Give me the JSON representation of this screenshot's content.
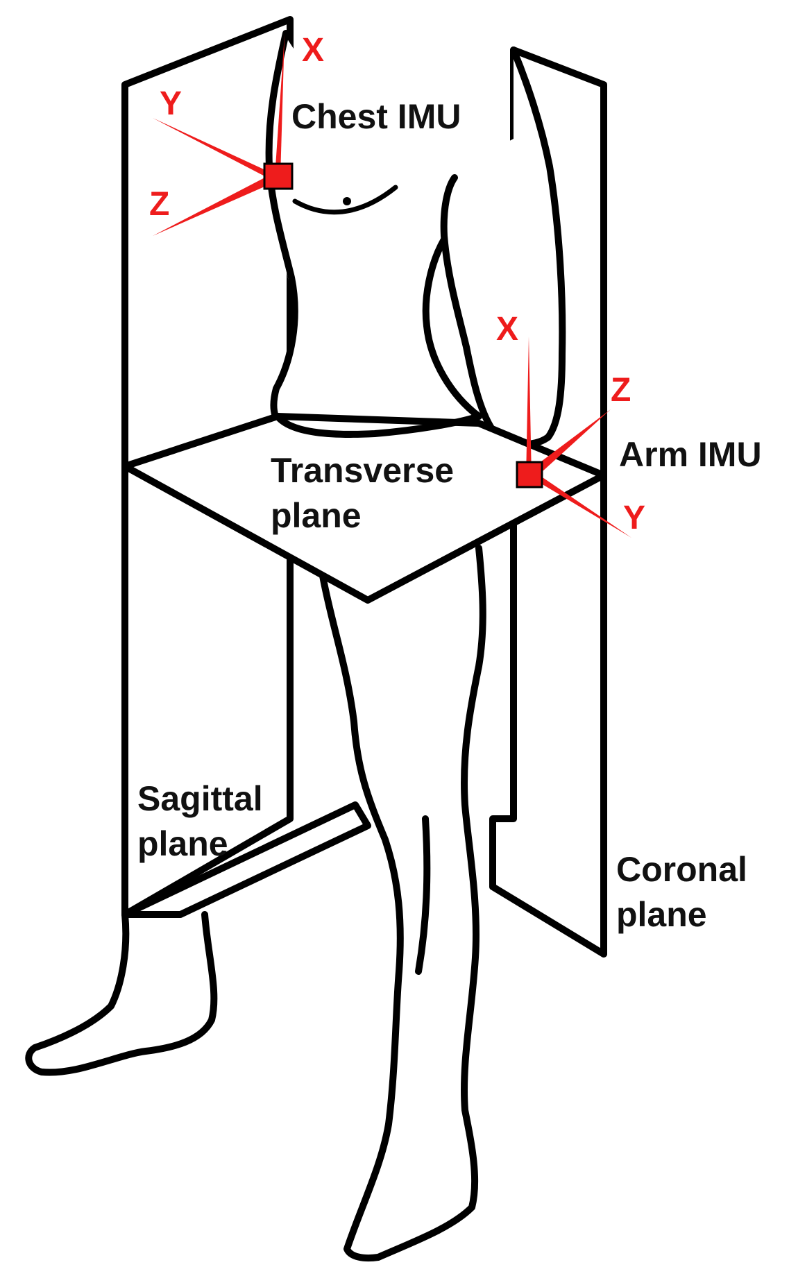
{
  "labels": {
    "chest_imu": "Chest IMU",
    "arm_imu": "Arm IMU",
    "transverse_line1": "Transverse",
    "transverse_line2": "plane",
    "sagittal_line1": "Sagittal",
    "sagittal_line2": "plane",
    "coronal_line1": "Coronal",
    "coronal_line2": "plane"
  },
  "chest_axes": {
    "x": "X",
    "y": "Y",
    "z": "Z"
  },
  "arm_axes": {
    "x": "X",
    "y": "Y",
    "z": "Z"
  },
  "colors": {
    "sensor": "#ee1c1c",
    "outline": "#000000",
    "text": "#111111",
    "background": "#ffffff"
  },
  "icons": {
    "sensor": "red-square-sensor-icon"
  }
}
